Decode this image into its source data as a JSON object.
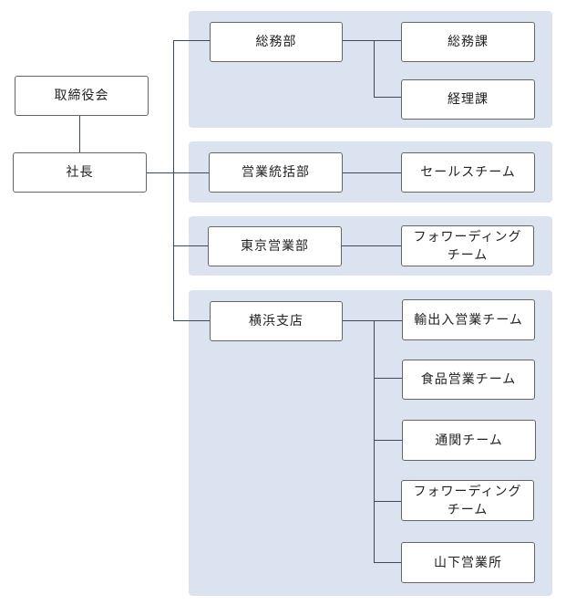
{
  "chart": {
    "board": "取締役会",
    "president": "社長",
    "departments": [
      {
        "name": "総務部",
        "children": [
          "総務課",
          "経理課"
        ]
      },
      {
        "name": "営業統括部",
        "children": [
          "セールスチーム"
        ]
      },
      {
        "name": "東京営業部",
        "children": [
          "フォワーディング\nチーム"
        ]
      },
      {
        "name": "横浜支店",
        "children": [
          "輸出入営業チーム",
          "食品営業チーム",
          "通関チーム",
          "フォワーディング\nチーム",
          "山下営業所"
        ]
      }
    ]
  },
  "colors": {
    "panel": "#dbe3f1",
    "line": "#3b4a5e",
    "node_border": "#666666"
  }
}
